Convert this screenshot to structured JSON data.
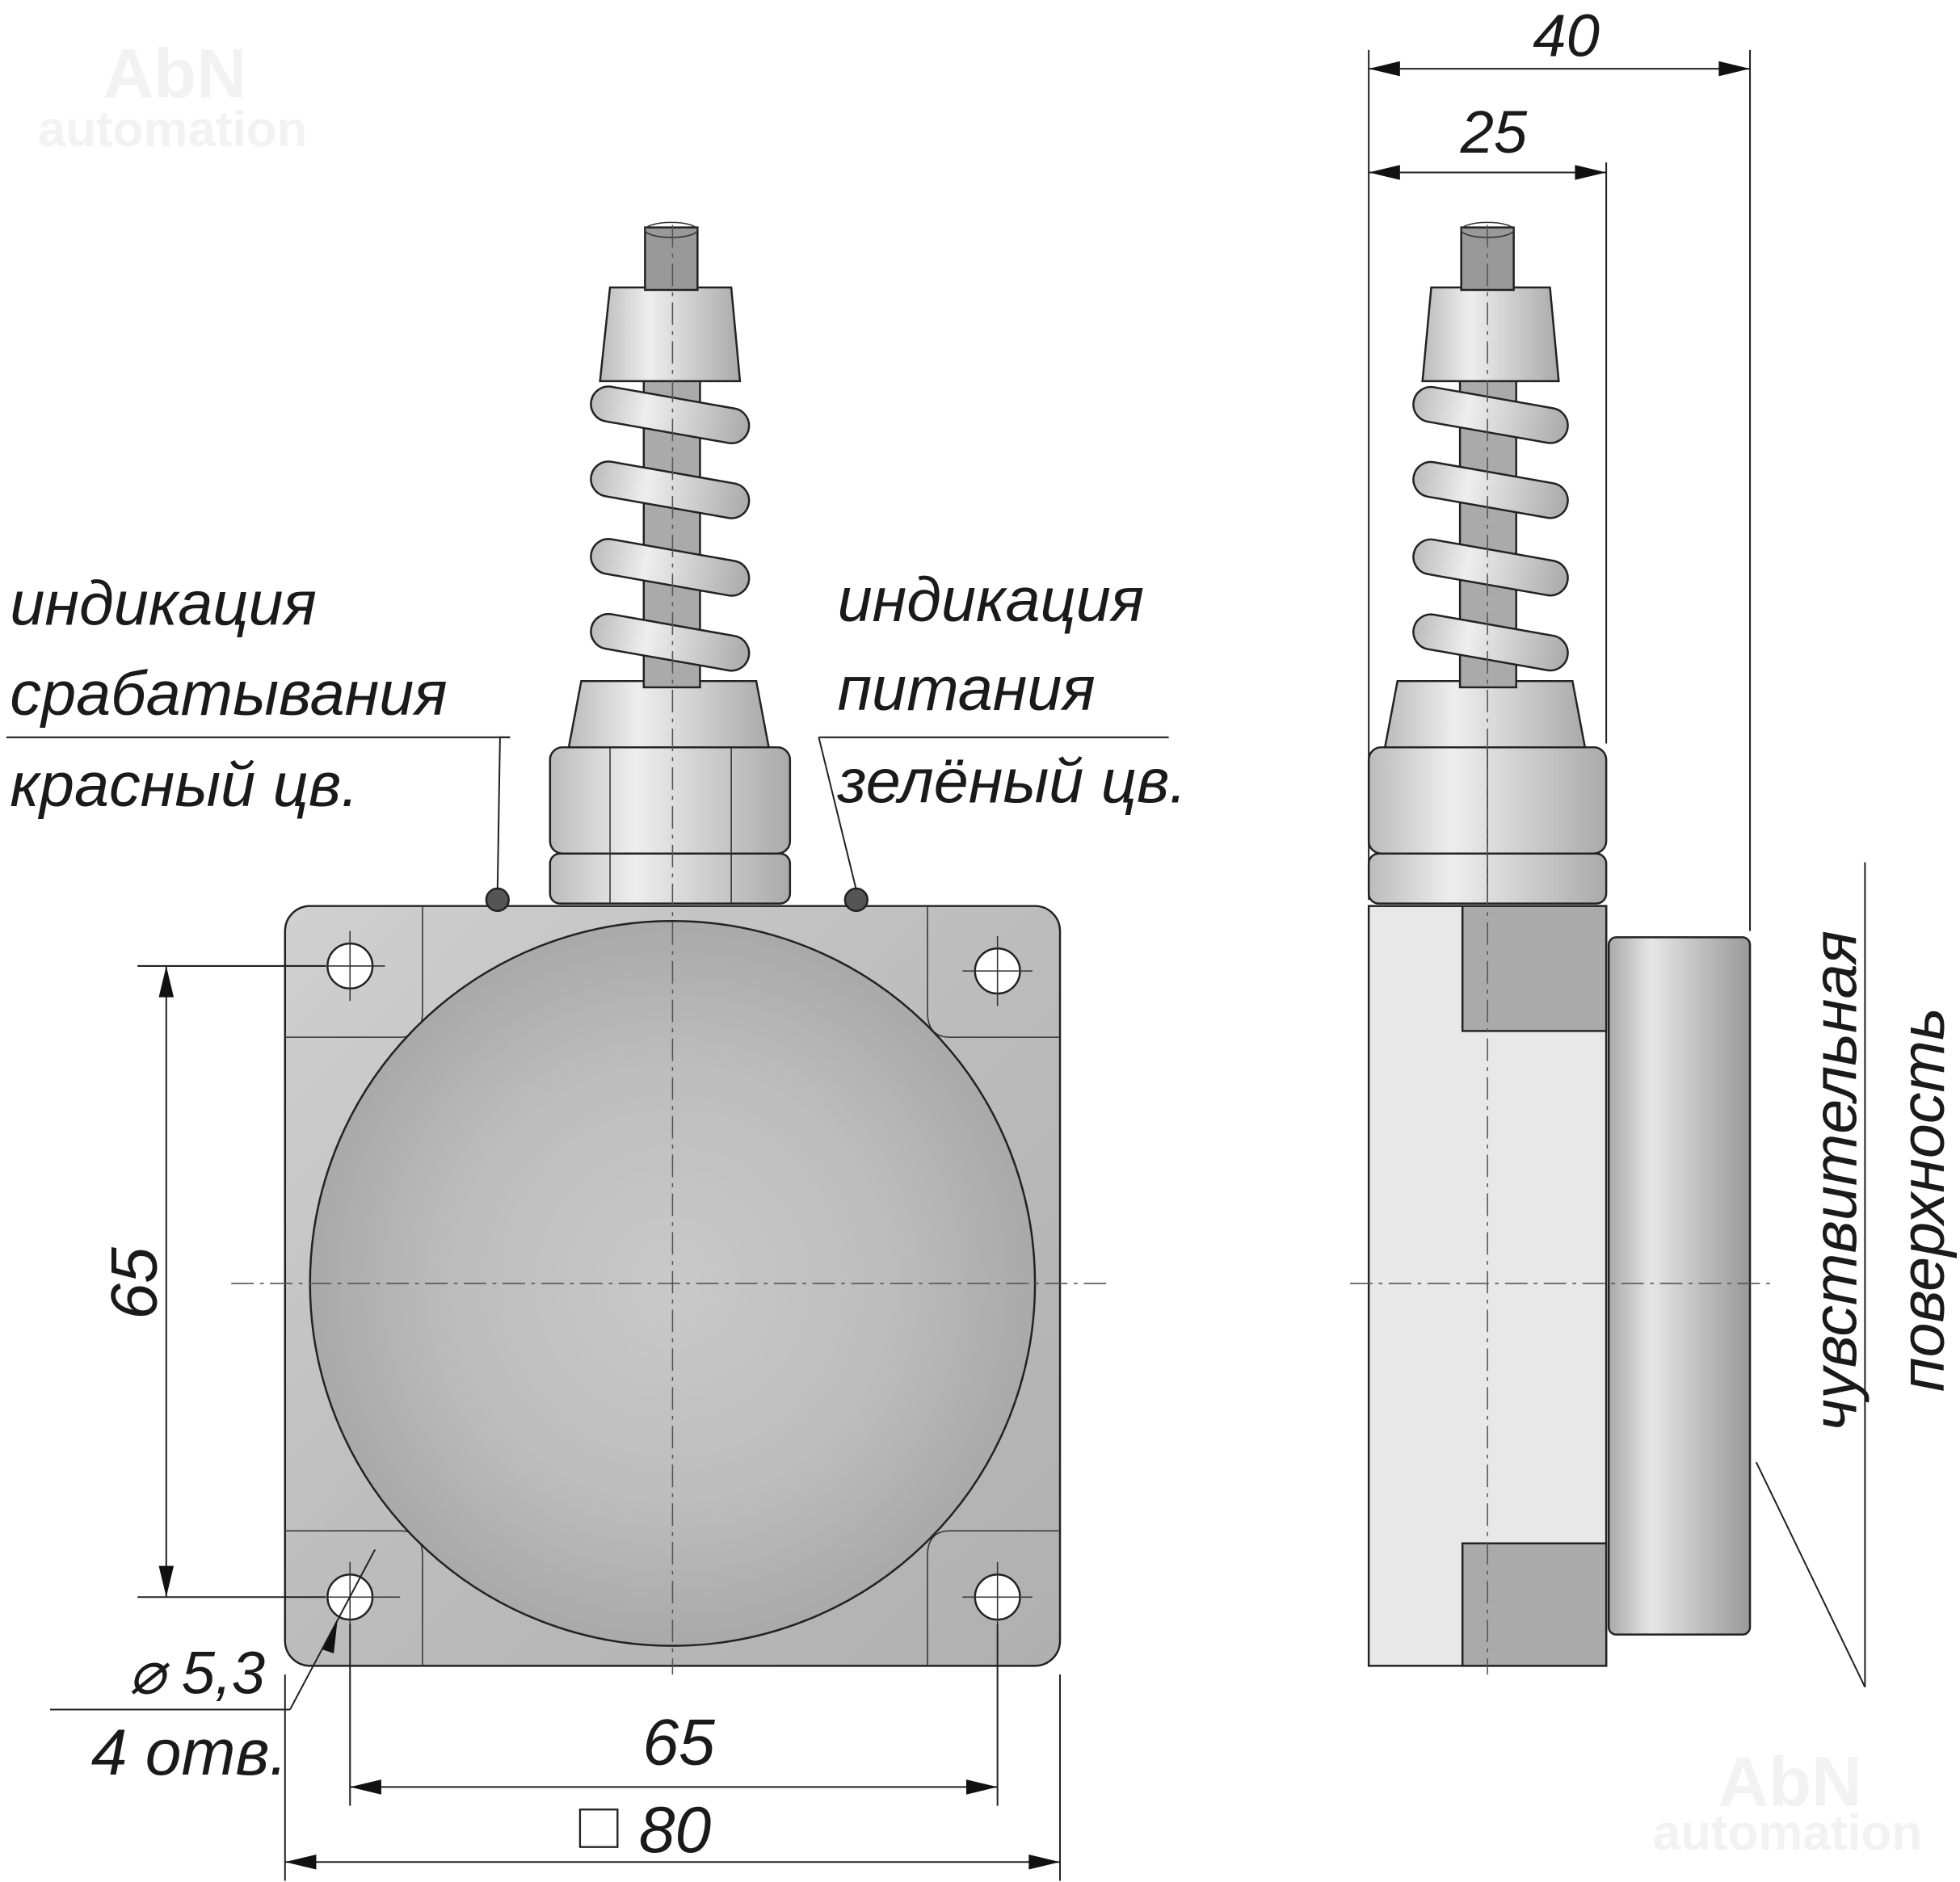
{
  "watermark": {
    "line1": "AbN",
    "line2": "automation"
  },
  "labels": {
    "trigger_indication": [
      "индикация",
      "срабатывания",
      "красный цв."
    ],
    "power_indication": [
      "индикация",
      "питания",
      "зелёный цв."
    ],
    "sensing_surface": [
      "чувствительная",
      "поверхность"
    ],
    "holes_diameter": "⌀ 5,3",
    "holes_count": "4 отв."
  },
  "dimensions": {
    "total_depth": "40",
    "body_depth": "25",
    "hole_spacing_vertical": "65",
    "hole_spacing_horizontal": "65",
    "body_size": "80",
    "square_symbol": "□"
  },
  "colors": {
    "led_trigger": "#c0392b",
    "led_power": "#2e8b3a",
    "metal": "#b8b8b8"
  }
}
